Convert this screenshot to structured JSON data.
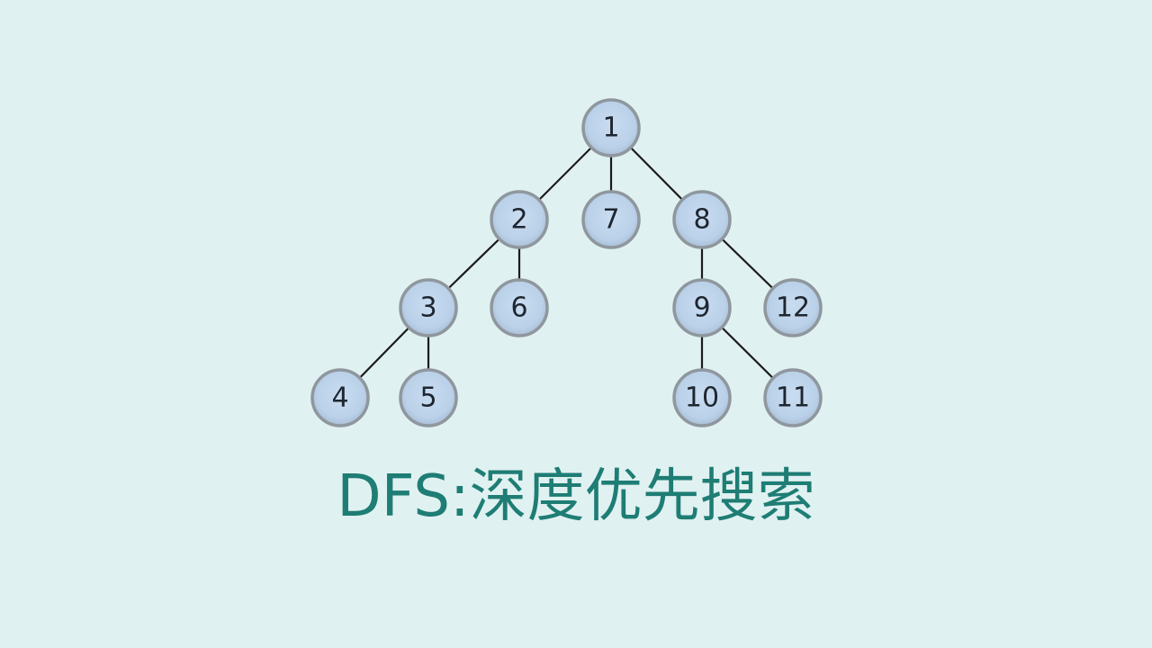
{
  "caption": "DFS:深度优先搜索",
  "tree": {
    "nodes": [
      {
        "id": "1",
        "label": "1"
      },
      {
        "id": "2",
        "label": "2"
      },
      {
        "id": "3",
        "label": "3"
      },
      {
        "id": "4",
        "label": "4"
      },
      {
        "id": "5",
        "label": "5"
      },
      {
        "id": "6",
        "label": "6"
      },
      {
        "id": "7",
        "label": "7"
      },
      {
        "id": "8",
        "label": "8"
      },
      {
        "id": "9",
        "label": "9"
      },
      {
        "id": "10",
        "label": "10"
      },
      {
        "id": "11",
        "label": "11"
      },
      {
        "id": "12",
        "label": "12"
      }
    ],
    "edges": [
      [
        "1",
        "2"
      ],
      [
        "1",
        "7"
      ],
      [
        "1",
        "8"
      ],
      [
        "2",
        "3"
      ],
      [
        "2",
        "6"
      ],
      [
        "3",
        "4"
      ],
      [
        "3",
        "5"
      ],
      [
        "8",
        "9"
      ],
      [
        "8",
        "12"
      ],
      [
        "9",
        "10"
      ],
      [
        "9",
        "11"
      ]
    ]
  },
  "colors": {
    "background": "#e0f1f1",
    "node_fill": "#bcd3ea",
    "node_border": "#8f979e",
    "edge": "#1b1b1b",
    "caption": "#1e7d74"
  }
}
